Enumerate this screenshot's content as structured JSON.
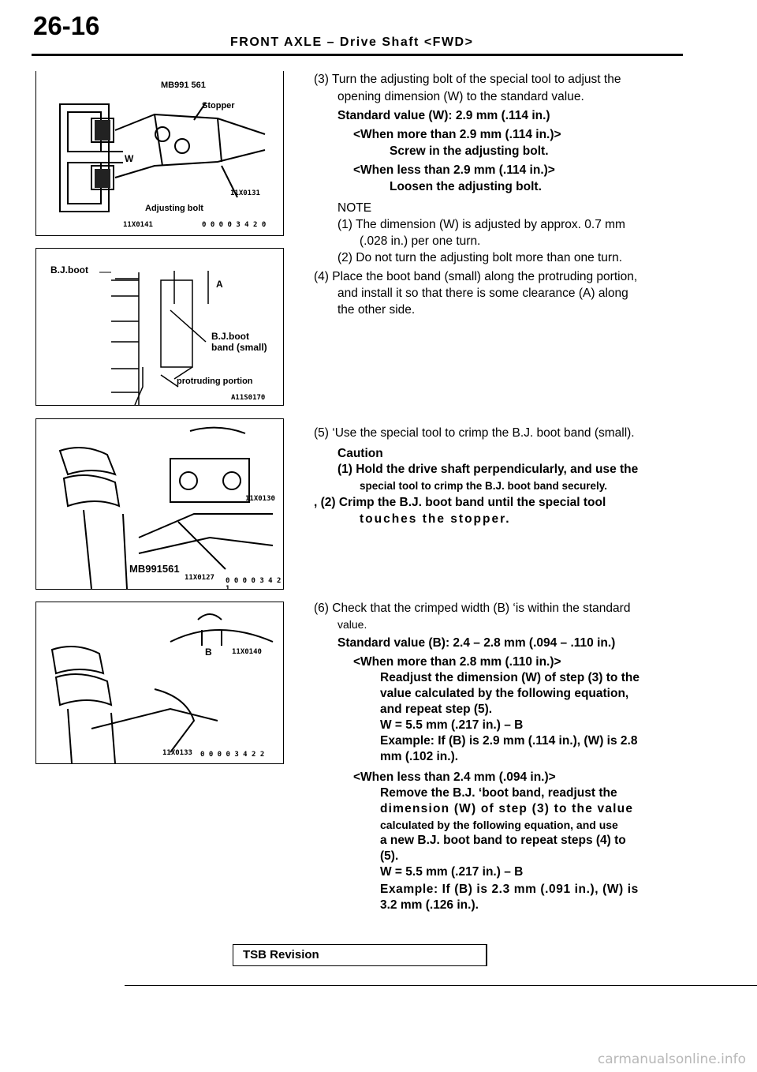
{
  "header": {
    "page_number": "26-16",
    "title": "FRONT AXLE – Drive Shaft <FWD>"
  },
  "figures": {
    "fig1": {
      "tool_label": "MB991 561",
      "stopper_label": "Stopper",
      "w_label": "W",
      "adjusting_label": "Adjusting bolt",
      "code_small_a": "11X0131",
      "code_small_b": "11X0141",
      "code": "0 0 0 0 3 4 2 0"
    },
    "fig2": {
      "boot_label": "B.J.boot",
      "a_label": "A",
      "boot_band_label1": "B.J.boot",
      "boot_band_label2": "band (small)",
      "protruding_label": "protruding portion",
      "code": "A11S0170"
    },
    "fig3": {
      "code_small_a": "11X0130",
      "tool_label": "MB991561",
      "code_small_b": "11X0127",
      "code": "0 0 0 0 3 4 2 1"
    },
    "fig4": {
      "b_label": "B",
      "code_small_a": "11X0140",
      "code_small_b": "11X0133",
      "code": "0 0 0 0 3 4 2 2"
    }
  },
  "text": {
    "s3_line1": "(3) Turn the adjusting bolt of the special tool to adjust the",
    "s3_line2": "opening dimension (W) to the standard value.",
    "s3_std": "Standard value (W): 2.9 mm (.114 in.)",
    "s3_more_head": "<When more than 2.9 mm (.114 in.)>",
    "s3_more_body": "Screw in the adjusting bolt.",
    "s3_less_head": "<When less than 2.9 mm (.114 in.)>",
    "s3_less_body": "Loosen the adjusting bolt.",
    "note_head": "NOTE",
    "note1_line1": "(1) The dimension (W) is adjusted by approx. 0.7 mm",
    "note1_line2": "(.028 in.) per one turn.",
    "note2": "(2) Do not turn the adjusting bolt more than one turn.",
    "s4_line1": "(4) Place the boot band (small) along the protruding portion,",
    "s4_line2": "and install it so that there is some clearance (A) along",
    "s4_line3": "the other side.",
    "s5_line1": "(5) ‘Use the special tool to crimp the B.J. boot band (small).",
    "caution_head": "Caution",
    "caution1_line1": "(1) Hold the drive shaft perpendicularly, and use the",
    "caution1_line2": "special tool to crimp the B.J. boot band securely.",
    "caution2_line1": ", (2) Crimp the B.J. boot band until the special tool",
    "caution2_line2": "touches the stopper.",
    "s6_line1": "(6) Check that the crimped width (B) ‘is within the standard",
    "s6_line2": "value.",
    "s6_std": "Standard value (B): 2.4 – 2.8 mm (.094 – .110 in.)",
    "s6_more_head": "<When more than 2.8 mm (.110 in.)>",
    "s6_more_l1": "Readjust the dimension (W) of step (3) to the",
    "s6_more_l2": "value calculated by the following equation,",
    "s6_more_l3": "and repeat step (5).",
    "s6_more_eq": "W = 5.5 mm (.217 in.) – B",
    "s6_more_ex1": "Example: If (B) is 2.9 mm (.114 in.), (W) is 2.8",
    "s6_more_ex2": "mm (.102 in.).",
    "s6_less_head": "<When less than 2.4 mm (.094 in.)>",
    "s6_less_l1": "Remove the B.J. ‘boot band, readjust the",
    "s6_less_l2": "dimension (W) of step (3) to the value",
    "s6_less_l3": "calculated by the following equation, and use",
    "s6_less_l4": "a new B.J. boot band to repeat steps (4) to",
    "s6_less_l5": "(5).",
    "s6_less_eq": "W = 5.5 mm (.217 in.) – B",
    "s6_less_ex1": "Example: If (B) is 2.3 mm (.091 in.), (W) is",
    "s6_less_ex2": "3.2 mm (.126 in.)."
  },
  "footer": {
    "tsb_label": "TSB Revision",
    "watermark": "carmanualsonline.info"
  }
}
